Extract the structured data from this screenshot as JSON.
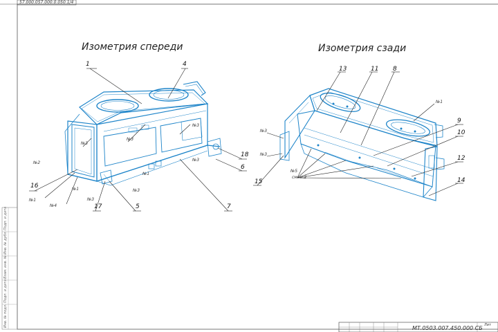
{
  "stamp": {
    "corner_code": "57.000.057.000.0.050.1/4",
    "title_code": "МТ.0503.007.450.000 СБ",
    "sheet_mark": "Лит"
  },
  "views": {
    "front_title": "Изометрия спереди",
    "rear_title": "Изометрия сзади"
  },
  "callouts": {
    "c1": "1",
    "c4": "4",
    "c5": "5",
    "c6": "6",
    "c7": "7",
    "c8": "8",
    "c9": "9",
    "c10": "10",
    "c11": "11",
    "c12": "12",
    "c13": "13",
    "c14": "14",
    "c15": "15",
    "c16": "16",
    "c17": "17",
    "c18": "18"
  },
  "weld_marks": {
    "n1": "№1",
    "n2": "№2",
    "n3": "№3",
    "n4": "№4",
    "n5": "№5",
    "note": "см. п.2"
  },
  "side_strip": [
    "Инв. № подл.",
    "Подп. и дата",
    "Взам. инв. №",
    "Инв. № дубл.",
    "Подп. и дата"
  ]
}
